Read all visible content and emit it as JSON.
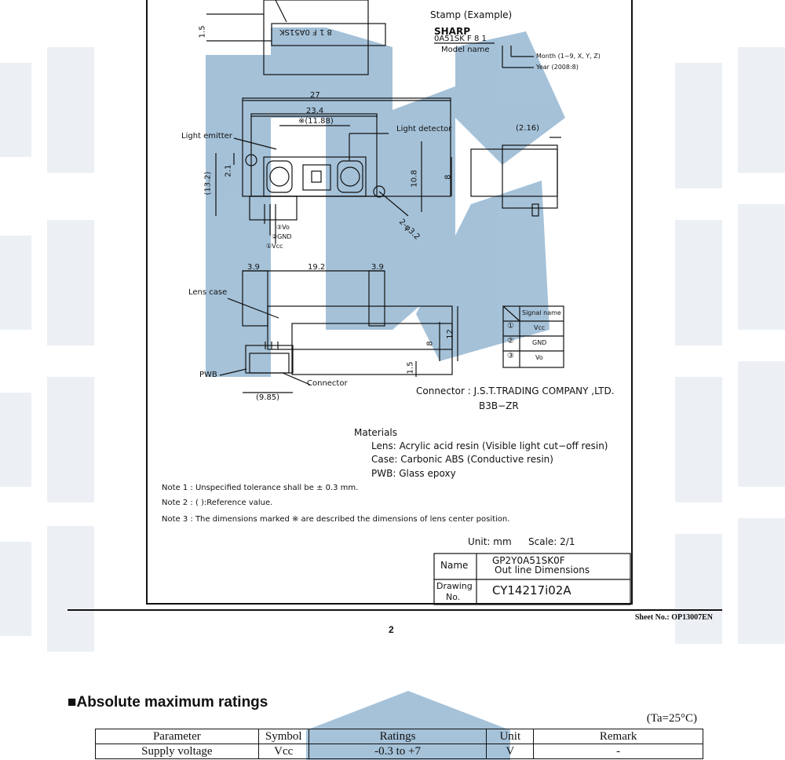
{
  "drawing": {
    "stamp_example_label": "Stamp (Example)",
    "stamp_brand": "SHARP",
    "stamp_model_line": "0A51SK F 8 1",
    "stamp_model_name_label": "Model name",
    "stamp_month_label": "Month (1~9, X, Y, Z)",
    "stamp_year_label": "Year (2008:8)",
    "mirror_stamp_text": "8 1 F 0A51SK",
    "dim_1_5": "1.5",
    "dim_27": "27",
    "dim_23_4": "23.4",
    "dim_11_88": "※(11.88)",
    "light_emitter_label": "Light emitter",
    "light_detector_label": "Light detector",
    "dim_2_16": "(2.16)",
    "dim_13_2": "(13.2)",
    "dim_2_1": "2.1",
    "dim_10_8": "10.8",
    "dim_8_side": "8",
    "dim_hole": "2-φ3.2",
    "pin_vo": "③Vo",
    "pin_gnd": "②GND",
    "pin_vcc": "①Vcc",
    "dim_3_9_left": "3.9",
    "dim_19_2": "19.2",
    "dim_3_9_right": "3.9",
    "lens_case_label": "Lens case",
    "dim_12": "12",
    "dim_8_bottom": "8",
    "dim_1_5_bottom": "1.5",
    "pwb_label": "PWB",
    "connector_label": "Connector",
    "dim_9_85": "(9.85)",
    "signal_table": {
      "header": "Signal name",
      "rows": [
        {
          "pin": "①",
          "name": "Vcc"
        },
        {
          "pin": "②",
          "name": "GND"
        },
        {
          "pin": "③",
          "name": "Vo"
        }
      ]
    },
    "connector_note_1": "Connector : J.S.T.TRADING COMPANY ,LTD.",
    "connector_note_2": "B3B−ZR",
    "materials_title": "Materials",
    "materials": [
      "Lens: Acrylic acid resin (Visible light cut−off resin)",
      "Case: Carbonic ABS (Conductive resin)",
      "PWB: Glass epoxy"
    ],
    "notes": [
      "Note 1 : Unspecified tolerance shall be ± 0.3 mm.",
      "Note 2 : ( ):Reference value.",
      "Note 3 : The dimensions marked ※ are described the dimensions of lens center position."
    ],
    "unit_label": "Unit: mm",
    "scale_label": "Scale: 2/1",
    "title_block": {
      "name_label": "Name",
      "name_value_1": "GP2Y0A51SK0F",
      "name_value_2": "Out line Dimensions",
      "drawing_no_label_1": "Drawing",
      "drawing_no_label_2": "No.",
      "drawing_no_value": "CY14217i02A"
    }
  },
  "footer": {
    "sheet_no": "Sheet No.: OP13007EN",
    "page_number": "2"
  },
  "ratings_section": {
    "title": "■Absolute maximum ratings",
    "condition": "(Ta=25°C)",
    "columns": [
      "Parameter",
      "Symbol",
      "Ratings",
      "Unit",
      "Remark"
    ],
    "rows": [
      [
        "Supply voltage",
        "Vcc",
        "-0.3 to +7",
        "V",
        "-"
      ]
    ]
  },
  "colors": {
    "watermark": "#5b8fb9",
    "line": "#111111"
  }
}
